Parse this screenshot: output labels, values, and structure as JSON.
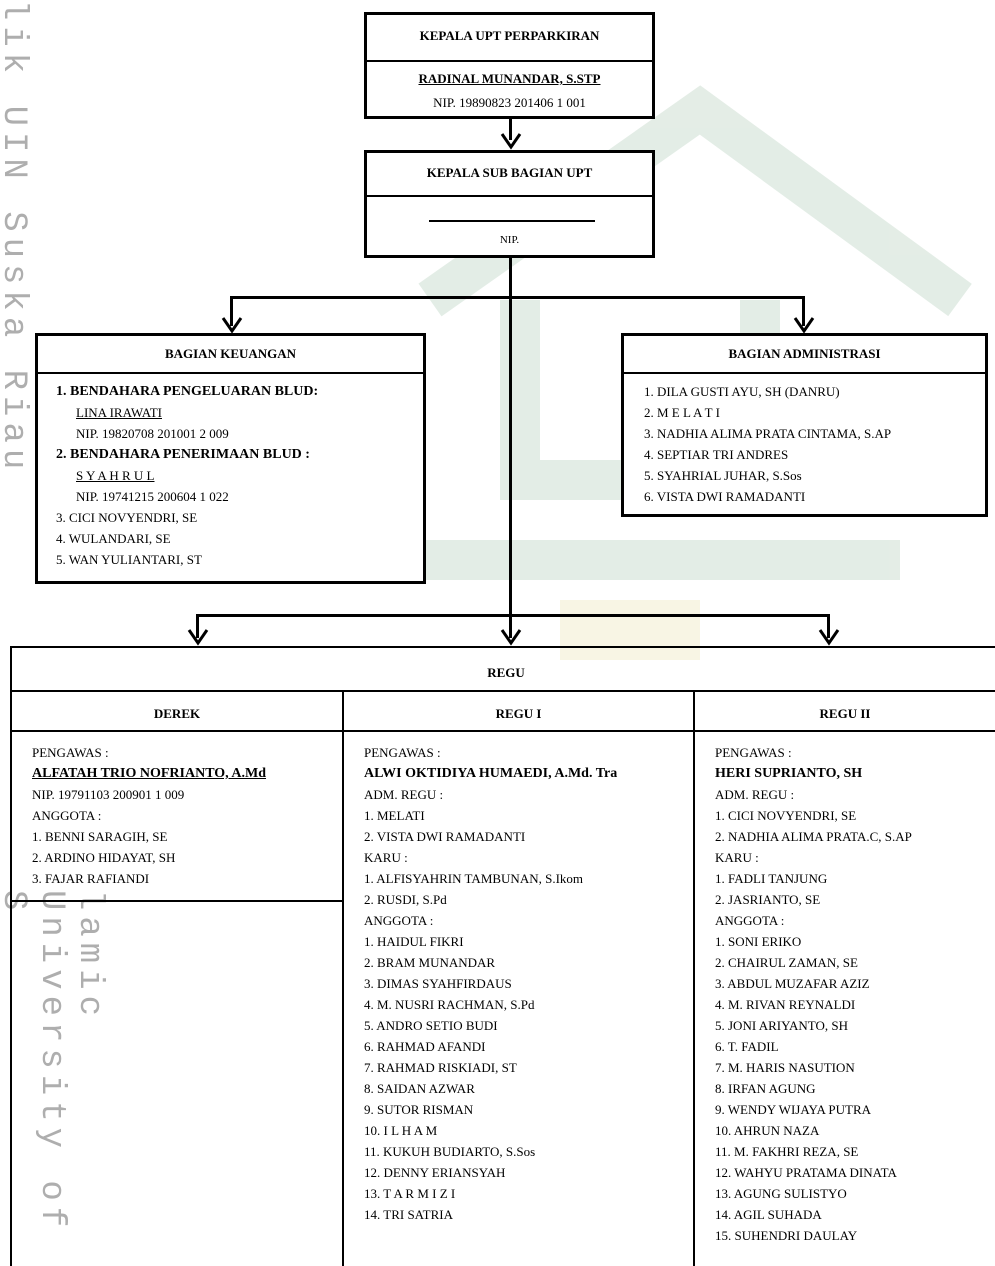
{
  "watermark": {
    "top_text": "lik UIN Suska Riau",
    "bottom_text": "lamic University of S"
  },
  "head": {
    "title": "KEPALA UPT PERPARKIRAN",
    "name": "RADINAL MUNANDAR, S.STP",
    "nip": "NIP. 19890823 201406 1 001"
  },
  "sub_head": {
    "title": "KEPALA SUB BAGIAN UPT",
    "nip": "NIP."
  },
  "keuangan": {
    "title": "BAGIAN KEUANGAN",
    "items": [
      {
        "text": "1. BENDAHARA PENGELUARAN BLUD:",
        "style": "bold"
      },
      {
        "text": "LINA IRAWATI",
        "style": "underline",
        "indent": true
      },
      {
        "text": "NIP. 19820708 201001 2 009",
        "style": "normal",
        "indent": true
      },
      {
        "text": "2. BENDAHARA PENERIMAAN BLUD :",
        "style": "bold"
      },
      {
        "text": "S Y A H R U L",
        "style": "underline",
        "indent": true
      },
      {
        "text": "NIP. 19741215 200604 1 022",
        "style": "normal",
        "indent": true
      },
      {
        "text": "3. CICI NOVYENDRI, SE",
        "style": "normal"
      },
      {
        "text": "4. WULANDARI, SE",
        "style": "normal"
      },
      {
        "text": "5. WAN YULIANTARI, ST",
        "style": "normal"
      }
    ]
  },
  "administrasi": {
    "title": "BAGIAN ADMINISTRASI",
    "items": [
      "1. DILA GUSTI AYU, SH (DANRU)",
      "2. M E L A T I",
      "3. NADHIA ALIMA PRATA CINTAMA,  S.AP",
      "4. SEPTIAR TRI ANDRES",
      "5. SYAHRIAL JUHAR, S.Sos",
      "6. VISTA DWI RAMADANTI"
    ]
  },
  "regu": {
    "title": "REGU",
    "columns": [
      {
        "title": "DEREK",
        "lines": [
          {
            "text": "PENGAWAS :",
            "style": "normal"
          },
          {
            "text": "ALFATAH TRIO NOFRIANTO, A.Md",
            "style": "bold-underline"
          },
          {
            "text": "NIP. 19791103 200901 1 009",
            "style": "normal"
          },
          {
            "text": "ANGGOTA :",
            "style": "normal"
          },
          {
            "text": "1. BENNI SARAGIH, SE",
            "style": "normal"
          },
          {
            "text": "2. ARDINO HIDAYAT, SH",
            "style": "normal"
          },
          {
            "text": "3. FAJAR RAFIANDI",
            "style": "normal"
          }
        ]
      },
      {
        "title": "REGU I",
        "lines": [
          {
            "text": "PENGAWAS :",
            "style": "normal"
          },
          {
            "text": "ALWI OKTIDIYA HUMAEDI, A.Md. Tra",
            "style": "bold"
          },
          {
            "text": "ADM. REGU :",
            "style": "normal"
          },
          {
            "text": "1. MELATI",
            "style": "normal"
          },
          {
            "text": "2. VISTA DWI RAMADANTI",
            "style": "normal"
          },
          {
            "text": "KARU :",
            "style": "normal"
          },
          {
            "text": "1. ALFISYAHRIN TAMBUNAN, S.Ikom",
            "style": "normal"
          },
          {
            "text": "2. RUSDI, S.Pd",
            "style": "normal"
          },
          {
            "text": "ANGGOTA :",
            "style": "normal"
          },
          {
            "text": "1. HAIDUL FIKRI",
            "style": "normal"
          },
          {
            "text": "2. BRAM MUNANDAR",
            "style": "normal"
          },
          {
            "text": "3. DIMAS SYAHFIRDAUS",
            "style": "normal"
          },
          {
            "text": "4. M. NUSRI RACHMAN, S.Pd",
            "style": "normal"
          },
          {
            "text": "5. ANDRO SETIO BUDI",
            "style": "normal"
          },
          {
            "text": "6. RAHMAD AFANDI",
            "style": "normal"
          },
          {
            "text": "7. RAHMAD RISKIADI, ST",
            "style": "normal"
          },
          {
            "text": "8. SAIDAN AZWAR",
            "style": "normal"
          },
          {
            "text": "9. SUTOR RISMAN",
            "style": "normal"
          },
          {
            "text": "10. I L H A M",
            "style": "normal"
          },
          {
            "text": "11. KUKUH BUDIARTO, S.Sos",
            "style": "normal"
          },
          {
            "text": "12. DENNY ERIANSYAH",
            "style": "normal"
          },
          {
            "text": "13. T A R M I Z I",
            "style": "normal"
          },
          {
            "text": "14. TRI SATRIA",
            "style": "normal"
          }
        ]
      },
      {
        "title": "REGU II",
        "lines": [
          {
            "text": "PENGAWAS :",
            "style": "normal"
          },
          {
            "text": "HERI SUPRIANTO, SH",
            "style": "bold"
          },
          {
            "text": "ADM. REGU :",
            "style": "normal"
          },
          {
            "text": "1. CICI NOVYENDRI, SE",
            "style": "normal"
          },
          {
            "text": "2. NADHIA ALIMA PRATA.C, S.AP",
            "style": "normal"
          },
          {
            "text": "KARU :",
            "style": "normal"
          },
          {
            "text": "1. FADLI TANJUNG",
            "style": "normal"
          },
          {
            "text": "2. JASRIANTO, SE",
            "style": "normal"
          },
          {
            "text": "ANGGOTA :",
            "style": "normal"
          },
          {
            "text": "1. SONI ERIKO",
            "style": "normal"
          },
          {
            "text": "2. CHAIRUL ZAMAN, SE",
            "style": "normal"
          },
          {
            "text": "3. ABDUL MUZAFAR AZIZ",
            "style": "normal"
          },
          {
            "text": "4. M. RIVAN REYNALDI",
            "style": "normal"
          },
          {
            "text": "5. JONI ARIYANTO, SH",
            "style": "normal"
          },
          {
            "text": "6. T. FADIL",
            "style": "normal"
          },
          {
            "text": "7. M. HARIS NASUTION",
            "style": "normal"
          },
          {
            "text": "8. IRFAN AGUNG",
            "style": "normal"
          },
          {
            "text": "9. WENDY WIJAYA PUTRA",
            "style": "normal"
          },
          {
            "text": "10. AHRUN NAZA",
            "style": "normal"
          },
          {
            "text": "11. M. FAKHRI REZA, SE",
            "style": "normal"
          },
          {
            "text": "12. WAHYU PRATAMA DINATA",
            "style": "normal"
          },
          {
            "text": "13. AGUNG SULISTYO",
            "style": "normal"
          },
          {
            "text": "14. AGIL SUHADA",
            "style": "normal"
          },
          {
            "text": "15. SUHENDRI DAULAY",
            "style": "normal"
          }
        ]
      }
    ]
  }
}
